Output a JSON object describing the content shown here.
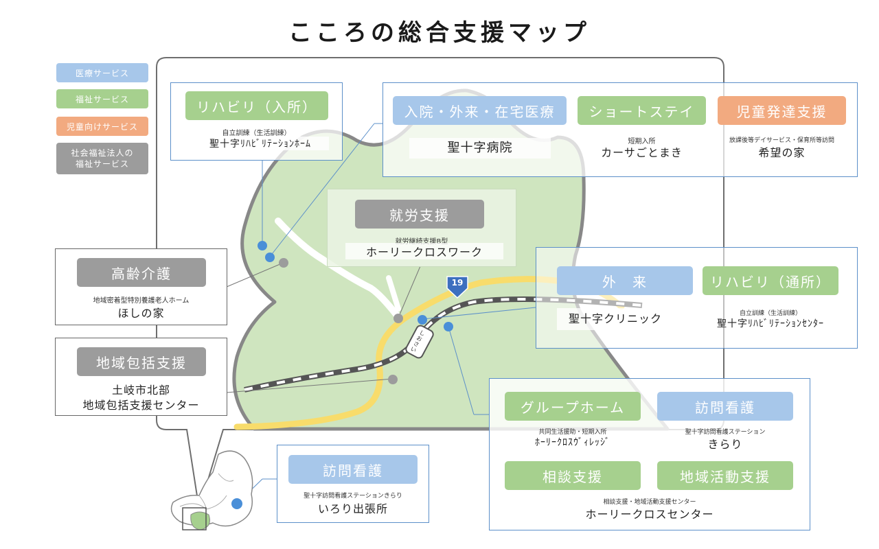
{
  "title": "こころの総合支援マップ",
  "legend": [
    {
      "label": "医療サービス",
      "color": "#a7c7ea"
    },
    {
      "label": "福祉サービス",
      "color": "#a6d08e"
    },
    {
      "label": "児童向けサービス",
      "color": "#f2aa80"
    },
    {
      "label": "社会福祉法人の福祉サービス",
      "line1": "社会福祉法人の",
      "line2": "福祉サービス",
      "color": "#9c9c9c"
    }
  ],
  "route_sign": "19",
  "station_label": "しおさい",
  "facilities": {
    "rehab_nyusho": {
      "category": "リハビリ（入所）",
      "service": "自立訓練（生活訓練）",
      "name": "聖十字ﾘﾊﾋﾞﾘﾃｰｼｮﾝﾎｰﾑ"
    },
    "hospital": {
      "category": "入院・外来・在宅医療",
      "name": "聖十字病院"
    },
    "shortstay": {
      "category": "ショートステイ",
      "service": "短期入所",
      "name": "カーサごとまき"
    },
    "child": {
      "category": "児童発達支援",
      "service": "放課後等デイサービス・保育所等訪問",
      "name": "希望の家"
    },
    "work": {
      "category": "就労支援",
      "service": "就労継続支援B型",
      "name": "ホーリークロスワーク"
    },
    "elderly": {
      "category": "高齢介護",
      "service": "地域密着型特別養護老人ホーム",
      "name": "ほしの家"
    },
    "outpatient": {
      "category": "外　来",
      "name": "聖十字クリニック"
    },
    "rehab_tsusho": {
      "category": "リハビリ（通所）",
      "service": "自立訓練（生活訓練）",
      "name": "聖十字ﾘﾊﾋﾞﾘﾃｰｼｮﾝｾﾝﾀｰ"
    },
    "regional": {
      "category": "地域包括支援",
      "name1": "土岐市北部",
      "name2": "地域包括支援センター"
    },
    "grouphome": {
      "category": "グループホーム",
      "service": "共同生活援助・短期入所",
      "name": "ﾎｰﾘｰｸﾛｽｳﾞｨﾚｯｼﾞ"
    },
    "visit_nursing": {
      "category": "訪問看護",
      "service": "聖十字訪問看護ステーション",
      "name": "きらり"
    },
    "consult": {
      "category": "相談支援",
      "service": "相談支援・地域活動支援センター",
      "name": "ホーリークロスセンター"
    },
    "community": {
      "category": "地域活動支援"
    },
    "visit_branch": {
      "category": "訪問看護",
      "service": "聖十字訪問看護ステーションきらり",
      "name": "いろり出張所"
    }
  },
  "colors": {
    "medical": "#a7c7ea",
    "welfare": "#a6d08e",
    "child": "#f2aa80",
    "corp": "#9c9c9c",
    "map_green": "#cfe5bf",
    "road_yellow": "#f8dc6b",
    "pin_blue": "#4a8fd8",
    "box_border": "#5b8fc9"
  }
}
